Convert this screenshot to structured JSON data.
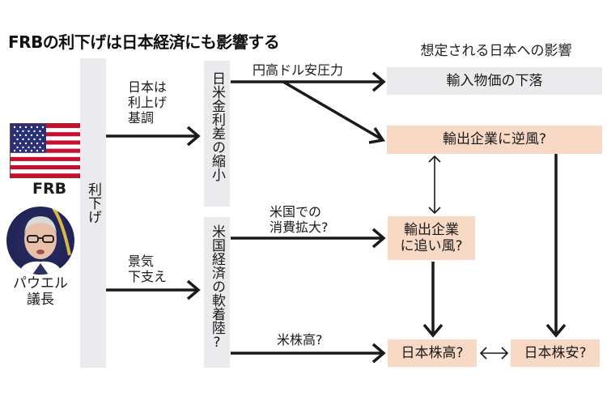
{
  "title": "FRBの利下げは日本経済にも影響する",
  "subtitle": "想定される日本への影響",
  "left": {
    "flag": "us-flag",
    "org_label": "FRB",
    "person_label_line1": "パウエル",
    "person_label_line2": "議長",
    "column_label": "利下げ"
  },
  "arrows_labels": {
    "japan_hike_line1": "日本は",
    "japan_hike_line2": "利上げ",
    "japan_hike_line3": "基調",
    "support_line1": "景気",
    "support_line2": "下支え",
    "yen_pressure": "円高ドル安圧力",
    "us_consumption_line1": "米国での",
    "us_consumption_line2": "消費拡大?",
    "us_stocks": "米株高?"
  },
  "middle": {
    "rate_gap": "日米金利差の縮小",
    "soft_landing": "米国経済の軟着陸?"
  },
  "effects": {
    "import_prices": "輸入物価の下落",
    "headwind": "輸出企業に逆風?",
    "tailwind_line1": "輸出企業",
    "tailwind_line2": "に追い風?",
    "jp_stocks_up": "日本株高?",
    "jp_stocks_down": "日本株安?"
  },
  "colors": {
    "gray_box": "#ebebed",
    "peach_box": "#f8d9c6",
    "arrow": "#1a1a1a",
    "flag_red": "#c8102e",
    "flag_blue": "#2a2f7a"
  }
}
